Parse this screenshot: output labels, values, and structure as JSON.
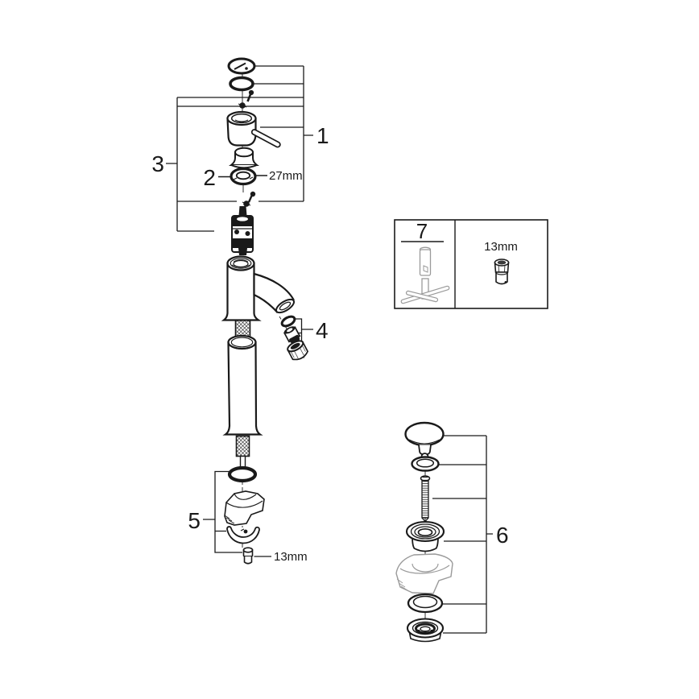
{
  "diagram": {
    "kind": "exploded-parts-diagram",
    "subject": "single-lever basin mixer faucet with pop-up waste set",
    "colors": {
      "line": "#1a1a1a",
      "secondary": "#9a9a9a",
      "background": "#ffffff"
    },
    "callouts": [
      {
        "number": "1",
        "part": "lever-handle-group"
      },
      {
        "number": "2",
        "part": "shroud-ring",
        "size_label": "27mm"
      },
      {
        "number": "3",
        "part": "headpart-cartridge-group"
      },
      {
        "number": "4",
        "part": "aerator-set"
      },
      {
        "number": "5",
        "part": "mounting-hardware-set",
        "size_label": "13mm"
      },
      {
        "number": "6",
        "part": "pop-up-waste-set"
      },
      {
        "number": "7",
        "part": "installation-tool",
        "size_label": "13mm"
      }
    ]
  }
}
